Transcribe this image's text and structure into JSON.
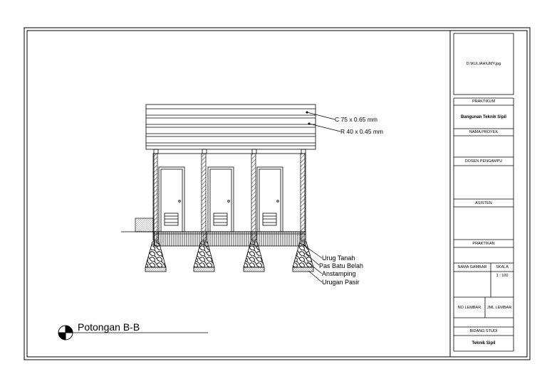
{
  "title_block": {
    "image_placeholder": "D:\\KULIAH\\UMY.jpg",
    "praktikum_label": "PRAKTIKUM",
    "course": "Bangunan Teknik Sipil",
    "project_name_label": "NAMA PROYEK",
    "lecturer_label": "DOSEN PENGAMPU",
    "assistant_label": "ASISTEN",
    "practitioner_label": "PRAKTIKAN",
    "drawing_name_label": "NAMA GAMBAR",
    "scale_label": "SKALA",
    "scale_value": "1 : 100",
    "sheet_no_label": "NO LEMBAR",
    "sheet_count_label": "JML LEMBAR",
    "field_label": "BIDANG STUDI",
    "field_value": "Teknik Sipil"
  },
  "drawing": {
    "section_title": "Potongan B-B",
    "callouts": {
      "roof_c": "C 75 x 0.65 mm",
      "roof_r": "R 40 x 0.45 mm",
      "urug_tanah": "Urug Tanah",
      "pas_batu": "Pas Batu Belah",
      "anstamping": "Anstamping",
      "urugan_pasir": "Urugan Pasir"
    }
  }
}
